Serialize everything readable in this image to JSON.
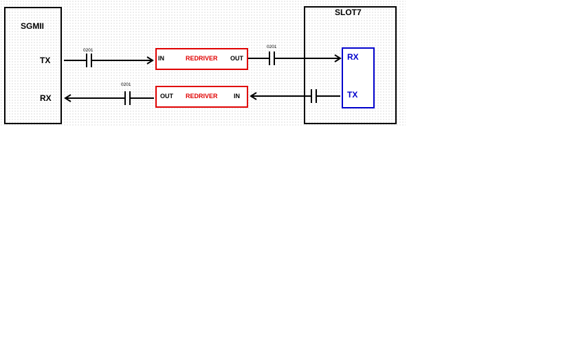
{
  "blocks": {
    "sgmii": {
      "title": "SGMII",
      "tx": "TX",
      "rx": "RX"
    },
    "slot": {
      "title": "SLOT7"
    },
    "connector": {
      "rx": "RX",
      "tx": "TX"
    }
  },
  "redriver_top": {
    "in": "IN",
    "name": "REDRIVER",
    "out": "OUT"
  },
  "redriver_bottom": {
    "out": "OUT",
    "name": "REDRIVER",
    "in": "IN"
  },
  "capacitors": {
    "c1": "0201",
    "c2": "0201",
    "c3": "0201"
  },
  "colors": {
    "redriver_border": "#e00000",
    "connector_border": "#0000cc",
    "line": "#000000"
  }
}
